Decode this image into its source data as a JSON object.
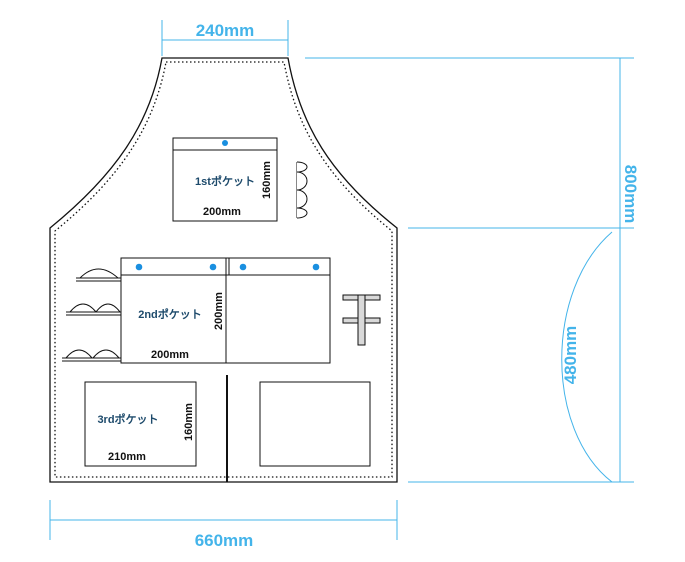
{
  "dimensions": {
    "top_width": "240mm",
    "total_height": "800mm",
    "lower_height": "480mm",
    "bottom_width": "660mm"
  },
  "pockets": {
    "first": {
      "name": "1stポケット",
      "width": "200mm",
      "height": "160mm"
    },
    "second": {
      "name": "2ndポケット",
      "width": "200mm",
      "height": "200mm"
    },
    "third": {
      "name": "3rdポケット",
      "width": "210mm",
      "height": "160mm"
    }
  },
  "colors": {
    "dimension": "#44b4ea",
    "snap": "#1a8fe0",
    "outline": "#111111",
    "label": "#1d4a6b"
  },
  "icons": [
    "snap-button-icon",
    "pen-holder-icon",
    "tool-shelf-icon",
    "bracket-icon"
  ]
}
